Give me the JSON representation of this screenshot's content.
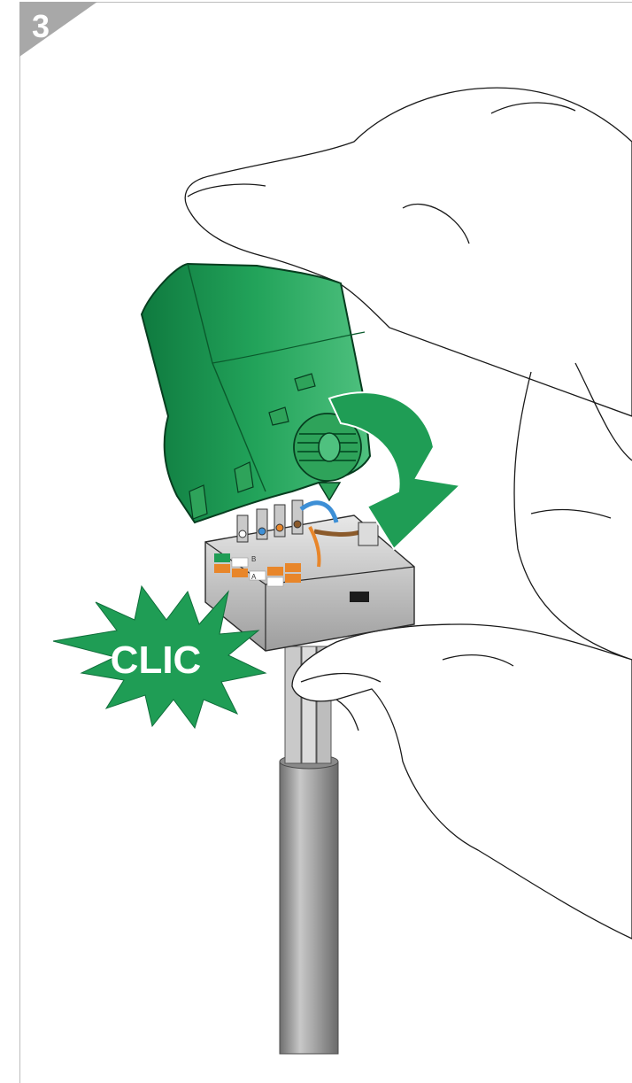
{
  "step": {
    "number": "3"
  },
  "callout": {
    "label": "CLIC"
  },
  "colors": {
    "green": "#1f9d55",
    "green_dark": "#0f6e3a",
    "badge_gray": "#a8a8a8",
    "cable_gray": "#9a9a9a",
    "orange": "#e8862a",
    "blue": "#3d8fd6",
    "brown": "#8b5a2b"
  },
  "connector": {
    "pin_labels": [
      "B",
      "A"
    ]
  }
}
